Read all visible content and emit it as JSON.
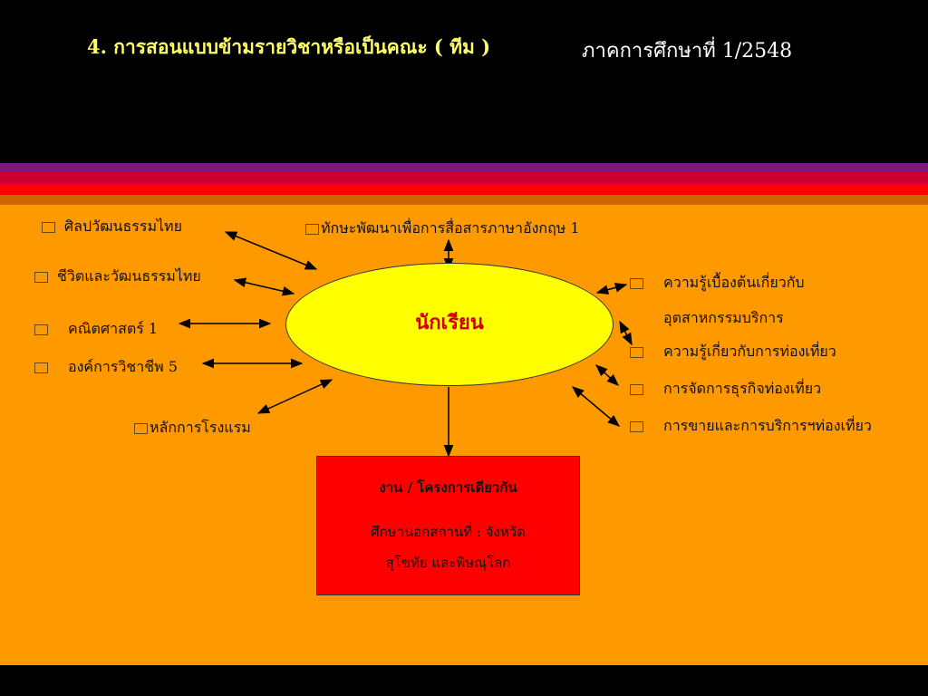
{
  "colors": {
    "background": "#000000",
    "title": "#ffff66",
    "semester": "#ffffff",
    "stripe_1": "#7a1a78",
    "stripe_2": "#cc0033",
    "stripe_3": "#ff0000",
    "stripe_4": "#cc6600",
    "panel": "#ff9900",
    "ellipse": "#ffff00",
    "ellipse_text": "#cc0000",
    "project_box": "#ff0000",
    "arrow": "#000000"
  },
  "header": {
    "title": "4. การสอนแบบข้ามรายวิชาหรือเป็นคณะ ( ทีม )",
    "semester": "ภาคการศึกษาที่ 1/2548"
  },
  "center": {
    "label": "นักเรียน"
  },
  "project": {
    "title": "งาน / โครงการเดียวกัน",
    "line1": "ศึกษานอกสถานที่ : จังหวัด",
    "line2": "สุโขทัย และพิษณุโลก"
  },
  "subjects": {
    "thai_arts": "ศิลปวัฒนธรรมไทย",
    "english": "ทักษะพัฒนาเพื่อการสื่อสารภาษาอังกฤษ 1",
    "thai_life": "ชีวิตและวัฒนธรรมไทย",
    "math": "คณิตศาสตร์ 1",
    "career_org": "องค์การวิชาชีพ 5",
    "hotel": "หลักการโรงแรม",
    "service_basics_1": "ความรู้เบื้องต้นเกี่ยวกับ",
    "service_basics_2": "อุตสาหกรรมบริการ",
    "tourism_knowledge": "ความรู้เกี่ยวกับการท่องเที่ยว",
    "tour_business": "การจัดการธุรกิจท่องเที่ยว",
    "tour_sales": "การขายและการบริการฯท่องเที่ยว"
  }
}
